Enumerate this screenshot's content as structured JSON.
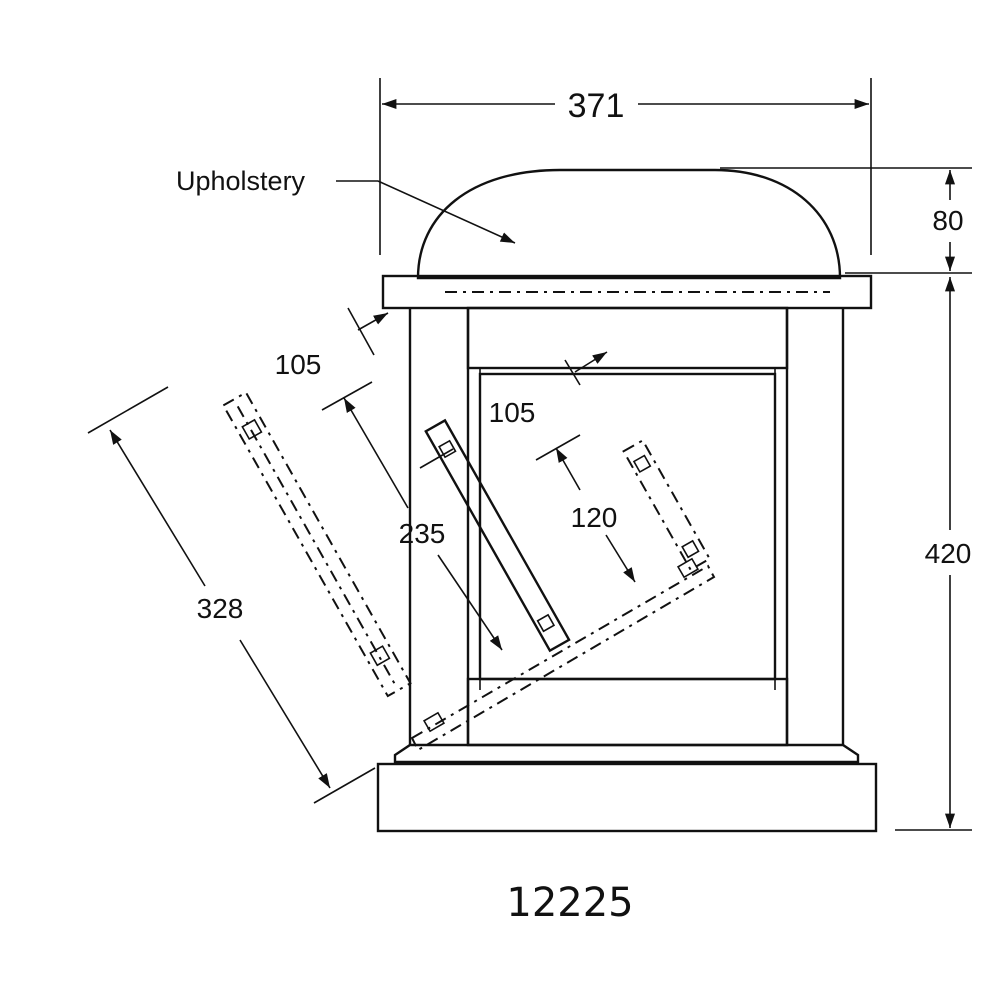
{
  "labels": {
    "width": "371",
    "upholstery_height": "80",
    "body_height": "420",
    "upholstery": "Upholstery",
    "panel_left_length": "328",
    "panel_left_offset": "105",
    "panel_middle_length": "235",
    "panel_right_offset": "105",
    "panel_right_length": "120",
    "model_number": "12225"
  }
}
